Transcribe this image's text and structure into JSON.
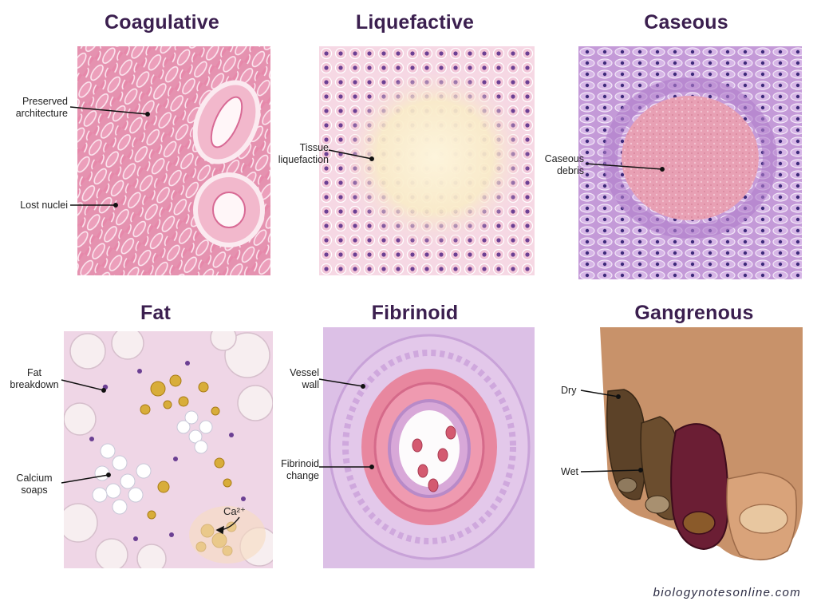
{
  "panels": [
    {
      "title": "Coagulative",
      "labels": [
        "Preserved architecture",
        "Lost nuclei"
      ]
    },
    {
      "title": "Liquefactive",
      "labels": [
        "Tissue liquefaction"
      ]
    },
    {
      "title": "Caseous",
      "labels": [
        "Caseous debris"
      ]
    },
    {
      "title": "Fat",
      "labels": [
        "Fat breakdown",
        "Calcium soaps"
      ],
      "annotation": "Ca²⁺"
    },
    {
      "title": "Fibrinoid",
      "labels": [
        "Vessel wall",
        "Fibrinoid change"
      ]
    },
    {
      "title": "Gangrenous",
      "labels": [
        "Dry",
        "Wet"
      ]
    }
  ],
  "watermark": "biologynotesonline.com",
  "colors": {
    "title": "#3b1f4f",
    "pink_tissue": "#e99ab6",
    "liquefied": "#fbf1d6",
    "caseous_debris": "#e8a0b4",
    "purple_cells": "#c79ad8",
    "fat_globule": "#d8ad3a",
    "skin": "#c8926a",
    "wet_gangrene": "#6b1e34"
  }
}
